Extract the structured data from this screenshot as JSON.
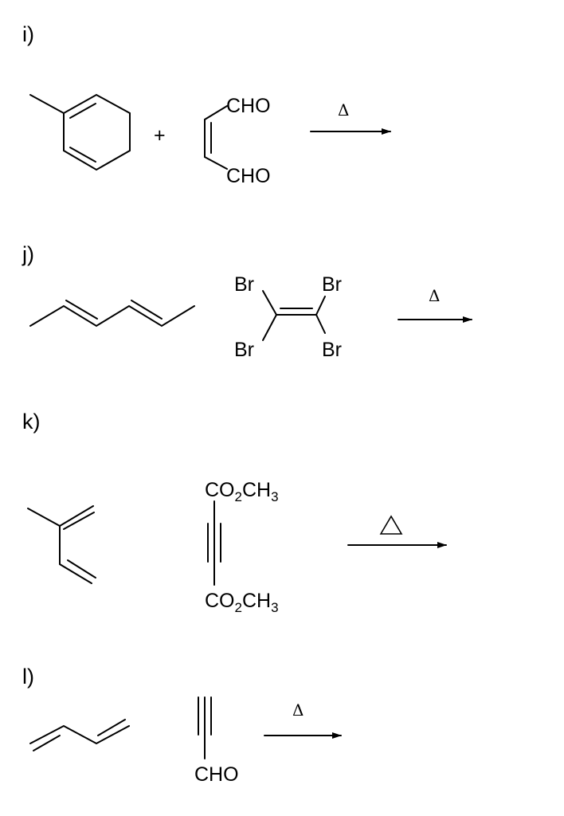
{
  "problems": [
    {
      "label": "i)",
      "reactant_plus": "+",
      "dienophile_groups": [
        "CHO",
        "CHO"
      ],
      "condition": "Δ"
    },
    {
      "label": "j)",
      "dienophile_groups": [
        "Br",
        "Br",
        "Br",
        "Br"
      ],
      "condition": "Δ"
    },
    {
      "label": "k)",
      "dienophile_groups": [
        {
          "a": "CO",
          "s1": "2",
          "b": "CH",
          "s2": "3"
        },
        {
          "a": "CO",
          "s1": "2",
          "b": "CH",
          "s2": "3"
        }
      ],
      "condition": "Δ"
    },
    {
      "label": "l)",
      "dienophile_groups": [
        "CHO"
      ],
      "condition": "Δ"
    }
  ]
}
